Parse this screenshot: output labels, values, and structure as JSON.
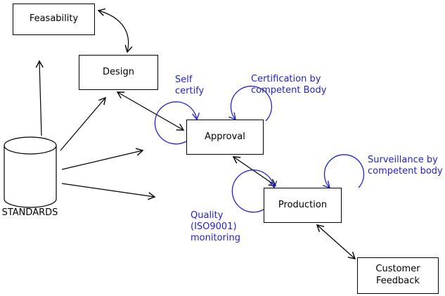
{
  "colors": {
    "line": "#000000",
    "annotation": "#2222cc",
    "box_fill": "#ffffff",
    "background": "#ffffff"
  },
  "nodes": {
    "feasability": {
      "label": "Feasability"
    },
    "design": {
      "label": "Design"
    },
    "approval": {
      "label": "Approval"
    },
    "production": {
      "label": "Production"
    },
    "customer_feedback": {
      "line1": "Customer",
      "line2": "Feedback"
    },
    "standards": {
      "label": "STANDARDS"
    }
  },
  "annotations": {
    "self_certify": {
      "line1": "Self",
      "line2": "certify"
    },
    "certification": {
      "line1": "Certification by",
      "line2": "competent Body"
    },
    "surveillance": {
      "line1": "Surveillance by",
      "line2": "competent body"
    },
    "quality_monitoring": {
      "line1": "Quality",
      "line2": "(ISO9001)",
      "line3": "monitoring"
    }
  }
}
